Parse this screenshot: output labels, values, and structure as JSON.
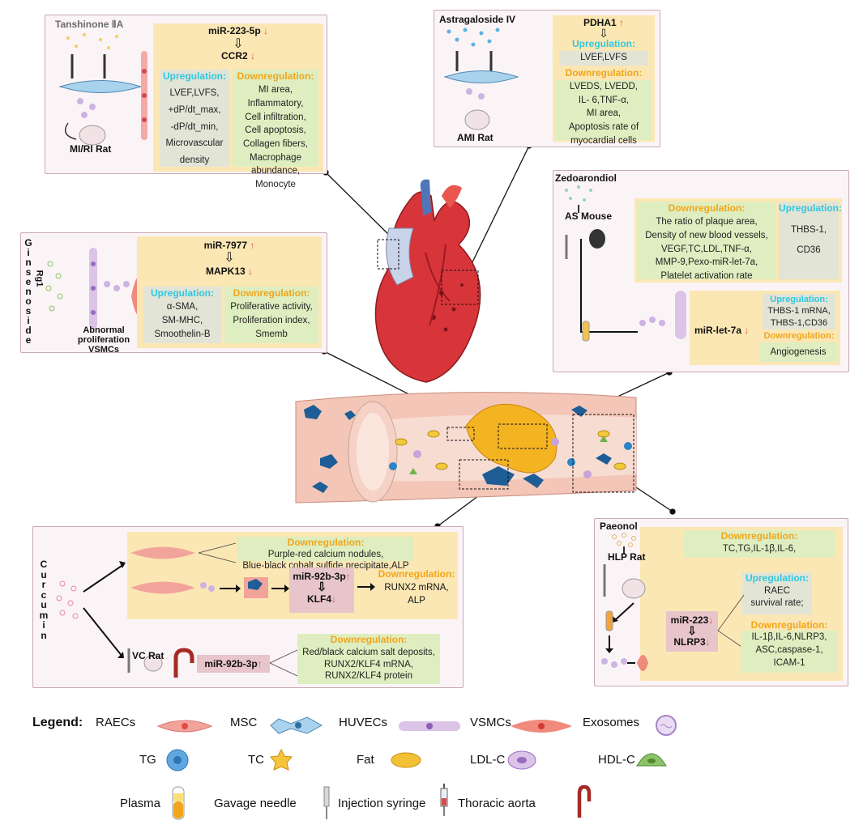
{
  "panel_tan": {
    "compound": "Tanshinone ⅡA",
    "model": "MI/RI Rat",
    "mirna": "miR-223-5p",
    "target": "CCR2",
    "up_title": "Upregulation:",
    "up_items": [
      "LVEF,LVFS,",
      "+dP/dt_max,",
      "-dP/dt_min,",
      "Microvascular",
      "density"
    ],
    "down_title": "Downregulation:",
    "down_items": [
      "MI area,",
      "Inflammatory,",
      "Cell infiltration,",
      "Cell apoptosis,",
      "Collagen fibers,",
      "Macrophage",
      "abundance,",
      "Monocyte"
    ]
  },
  "panel_ast": {
    "compound": "Astragaloside IV",
    "model": "AMI Rat",
    "target": "PDHA1",
    "up_title": "Upregulation:",
    "up_items": [
      "LVEF,LVFS"
    ],
    "down_title": "Downregulation:",
    "down_items": [
      "LVEDS, LVEDD,",
      "IL- 6,TNF-α,",
      "MI area,",
      "Apoptosis rate of",
      "myocardial cells"
    ]
  },
  "panel_gin": {
    "compound_letters": [
      "G",
      "i",
      "n",
      "s",
      "e",
      "n",
      "o",
      "s",
      "i",
      "d",
      "e"
    ],
    "compound_suffix": "Rg1",
    "cell_label": [
      "Abnormal",
      "proliferation",
      "VSMCs"
    ],
    "mirna": "miR-7977",
    "target": "MAPK13",
    "up_title": "Upregulation:",
    "up_items": [
      "α-SMA,",
      "SM-MHC,",
      "Smoothelin-B"
    ],
    "down_title": "Downregulation:",
    "down_items": [
      "Proliferative activity,",
      "Proliferation index,",
      "Smemb"
    ]
  },
  "panel_zed": {
    "compound": "Zedoarondiol",
    "model": "AS Mouse",
    "down_title": "Downregulation:",
    "down_items": [
      "The ratio of plaque area,",
      "Density of new blood vessels,",
      "VEGF,TC,LDL,TNF-α,",
      "MMP-9,Pexo-miR-let-7a,",
      "Platelet activation rate"
    ],
    "up_title": "Upregulation:",
    "up_items": [
      "THBS-1,",
      "CD36"
    ],
    "mirna": "miR-let-7a",
    "up2_title": "Upregulation:",
    "up2_items": [
      "THBS-1 mRNA,",
      "THBS-1,CD36"
    ],
    "down2_title": "Downregulation:",
    "down2_items": [
      "Angiogenesis"
    ]
  },
  "panel_cur": {
    "compound_letters": [
      "C",
      "u",
      "r",
      "c",
      "u",
      "m",
      "i",
      "n"
    ],
    "down1_title": "Downregulation:",
    "down1_items": [
      "Purple-red calcium nodules,",
      "Blue-black cobalt sulfide precipitate,ALP"
    ],
    "mirna": "miR-92b-3p",
    "target": "KLF4",
    "down2_title": "Downregulation:",
    "down2_items": [
      "RUNX2 mRNA,",
      "ALP"
    ],
    "model": "VC Rat",
    "mirna2": "miR-92b-3p",
    "down3_title": "Downregulation:",
    "down3_items": [
      "Red/black calcium salt deposits,",
      "RUNX2/KLF4 mRNA,",
      "RUNX2/KLF4 protein"
    ]
  },
  "panel_pae": {
    "compound": "Paeonol",
    "model": "HLP Rat",
    "down1_title": "Downregulation:",
    "down1_items": [
      "TC,TG,IL-1β,IL-6,"
    ],
    "up_title": "Upregulation:",
    "up_items": [
      "RAEC",
      "survival rate;"
    ],
    "mirna": "miR-223",
    "target": "NLRP3",
    "down2_title": "Downregulation:",
    "down2_items": [
      "IL-1β,IL-6,NLRP3,",
      "ASC,caspase-1,",
      "ICAM-1"
    ]
  },
  "arrows": {
    "up": "↑",
    "down": "↓",
    "hollow_down": "⇩"
  },
  "legend": {
    "title": "Legend:",
    "items": [
      "RAECs",
      "MSC",
      "HUVECs",
      "VSMCs",
      "Exosomes",
      "TG",
      "TC",
      "Fat",
      "LDL-C",
      "HDL-C",
      "Plasma",
      "Gavage needle",
      "Injection syringe",
      "Thoracic aorta"
    ]
  },
  "colors": {
    "upregulation": "#2fc8e0",
    "downregulation": "#f2a51a",
    "arrow_red": "#e0584a",
    "panel_border": "#c9a9b3",
    "yellow_box": "#fbe7b4",
    "green_box": "#dfeec0",
    "pink_box": "#e7c5cb"
  }
}
